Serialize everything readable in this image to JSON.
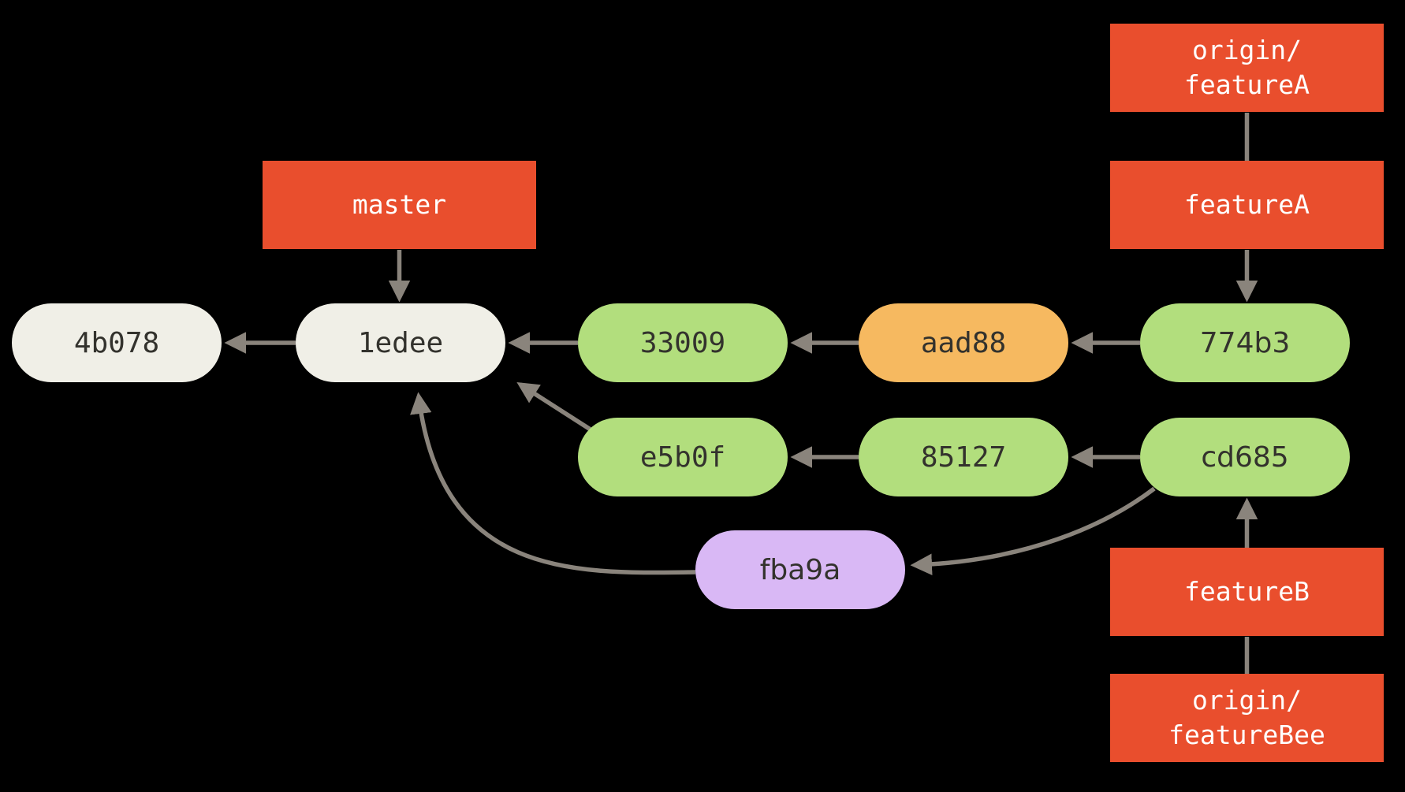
{
  "diagram": {
    "type": "git-commit-history-graph",
    "background": "black"
  },
  "colors": {
    "background": "#000000",
    "red": "#E94E2D",
    "green": "#B2DE7D",
    "orange": "#F6B960",
    "purple": "#D9B8F5",
    "offwhite": "#F0EFE7",
    "edge": "#8A847C",
    "commit_text": "#33322D",
    "label_text": "#FFFFFF"
  },
  "branch_labels": [
    {
      "id": "master",
      "text": "master",
      "points_to": "1edee"
    },
    {
      "id": "origin-featureA",
      "text": "origin/\nfeatureA",
      "points_to": "featureA"
    },
    {
      "id": "featureA",
      "text": "featureA",
      "points_to": "774b3"
    },
    {
      "id": "featureB",
      "text": "featureB",
      "points_to": "cd685"
    },
    {
      "id": "origin-featureBee",
      "text": "origin/\nfeatureBee",
      "points_to": "featureB"
    }
  ],
  "commits": [
    {
      "id": "4b078",
      "color": "offwhite"
    },
    {
      "id": "1edee",
      "color": "offwhite"
    },
    {
      "id": "33009",
      "color": "green"
    },
    {
      "id": "aad88",
      "color": "orange"
    },
    {
      "id": "774b3",
      "color": "green"
    },
    {
      "id": "e5b0f",
      "color": "green"
    },
    {
      "id": "85127",
      "color": "green"
    },
    {
      "id": "cd685",
      "color": "green"
    },
    {
      "id": "fba9a",
      "color": "purple"
    }
  ],
  "edges": [
    {
      "from": "master",
      "to": "1edee",
      "style": "arrow"
    },
    {
      "from": "origin/featureA",
      "to": "featureA",
      "style": "line"
    },
    {
      "from": "featureA",
      "to": "774b3",
      "style": "arrow"
    },
    {
      "from": "featureB",
      "to": "cd685",
      "style": "arrow"
    },
    {
      "from": "featureB",
      "to": "origin/featureBee",
      "style": "line"
    },
    {
      "from": "1edee",
      "to": "4b078",
      "style": "arrow"
    },
    {
      "from": "33009",
      "to": "1edee",
      "style": "arrow"
    },
    {
      "from": "aad88",
      "to": "33009",
      "style": "arrow"
    },
    {
      "from": "774b3",
      "to": "aad88",
      "style": "arrow"
    },
    {
      "from": "85127",
      "to": "e5b0f",
      "style": "arrow"
    },
    {
      "from": "cd685",
      "to": "85127",
      "style": "arrow"
    },
    {
      "from": "e5b0f",
      "to": "1edee",
      "style": "arrow"
    },
    {
      "from": "fba9a",
      "to": "1edee",
      "style": "curved-arrow"
    },
    {
      "from": "cd685",
      "to": "fba9a",
      "style": "curved-arrow"
    }
  ]
}
